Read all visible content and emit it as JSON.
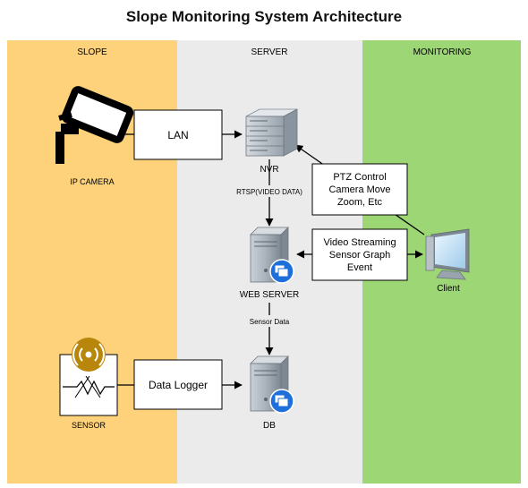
{
  "title": "Slope Monitoring System Architecture",
  "lanes": {
    "slope": "SLOPE",
    "server": "SERVER",
    "monitoring": "MONITORING"
  },
  "colors": {
    "slope_lane": "#FDD27A",
    "server_lane": "#EBEBEB",
    "monitoring_lane": "#9DD675",
    "sensor_badge": "#B8860B",
    "overlay_badge": "#1E6FD9",
    "server_tower": "#9AA4AE"
  },
  "nodes": {
    "ip_camera": "IP CAMERA",
    "lan": "LAN",
    "nvr": "NVR",
    "web_server": "WEB SERVER",
    "client": "Client",
    "sensor": "SENSOR",
    "data_logger": "Data Logger",
    "db": "DB"
  },
  "boxes": {
    "ptz": [
      "PTZ Control",
      "Camera Move",
      "Zoom, Etc"
    ],
    "streaming": [
      "Video Streaming",
      "Sensor Graph",
      "Event"
    ]
  },
  "edges": {
    "rtsp": "RTSP(VIDEO DATA)",
    "sensor_data": "Sensor Data"
  },
  "icons": {
    "camera": "cctv-camera-icon",
    "nvr": "rack-server-icon",
    "web_server": "tower-server-icon",
    "db": "tower-server-icon",
    "client": "desktop-monitor-icon",
    "sensor": "sensor-icon"
  }
}
